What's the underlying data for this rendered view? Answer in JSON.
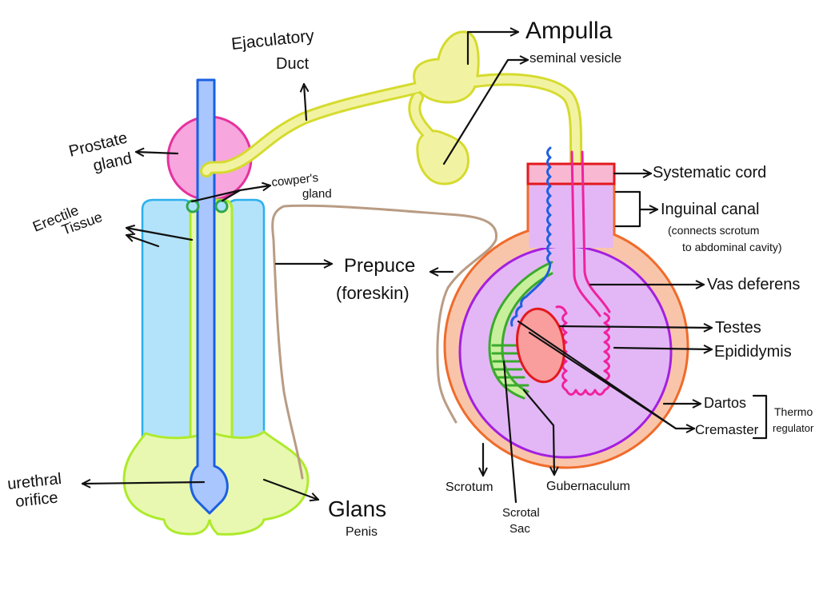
{
  "labels": {
    "ampulla": "Ampulla",
    "seminal_vesicle": "seminal vesicle",
    "ejaculatory_duct": {
      "line1": "Ejaculatory",
      "line2": "Duct"
    },
    "prostate_gland": {
      "line1": "Prostate",
      "line2": "gland"
    },
    "cowpers_gland": {
      "line1": "cowper's",
      "line2": "gland"
    },
    "erectile_tissue": {
      "line1": "Erectile",
      "line2": "Tissue"
    },
    "prepuce": {
      "line1": "Prepuce",
      "line2": "(foreskin)"
    },
    "spermatic_cord": "Systematic cord",
    "inguinal_canal": {
      "line1": "Inguinal canal",
      "line2": "(connects scrotum",
      "line3": "to abdominal cavity)"
    },
    "vas_deferens": "Vas deferens",
    "testes": "Testes",
    "epididymis": "Epididymis",
    "dartos": "Dartos",
    "cremaster": "Cremaster",
    "thermoregulator": {
      "line1": "Thermo",
      "line2": "regulator"
    },
    "scrotum": "Scrotum",
    "scrotal_sac": {
      "line1": "Scrotal",
      "line2": "Sac"
    },
    "gubernaculum": "Gubernaculum",
    "urethral_orifice": {
      "line1": "urethral",
      "line2": "orifice"
    },
    "glans_penis": {
      "line1": "Glans",
      "line2": "Penis"
    }
  },
  "colors": {
    "prostate_fill": "#f7a6de",
    "prostate_stroke": "#e4329e",
    "urethra_fill": "#a9c6ff",
    "urethra_stroke": "#1b5fe0",
    "erectile_fill": "#b3e3fb",
    "erectile_stroke": "#2bb0ee",
    "spongiosum_fill": "#e8f8b0",
    "spongiosum_stroke": "#aeea2c",
    "cowpers_fill": "#a9e0ff",
    "cowpers_stroke": "#2fa84a",
    "duct_fill": "#f2f3a2",
    "duct_stroke": "#d5db2e",
    "scrotum_fill": "#f9c5aa",
    "scrotum_stroke": "#f06b2a",
    "tunica_fill": "#e3b7f6",
    "tunica_stroke": "#a41fe0",
    "cord_fill": "#f8b8d2",
    "cord_stroke": "#e3191e",
    "testis_fill": "#f99d9d",
    "testis_stroke": "#e3191e",
    "epididymis_stroke": "#f0229f",
    "vessel_stroke": "#1f5fe0",
    "cremaster_stroke": "#3aaa2c",
    "cremaster_fill": "#c8f09c",
    "prepuce_stroke": "#b99c84"
  }
}
